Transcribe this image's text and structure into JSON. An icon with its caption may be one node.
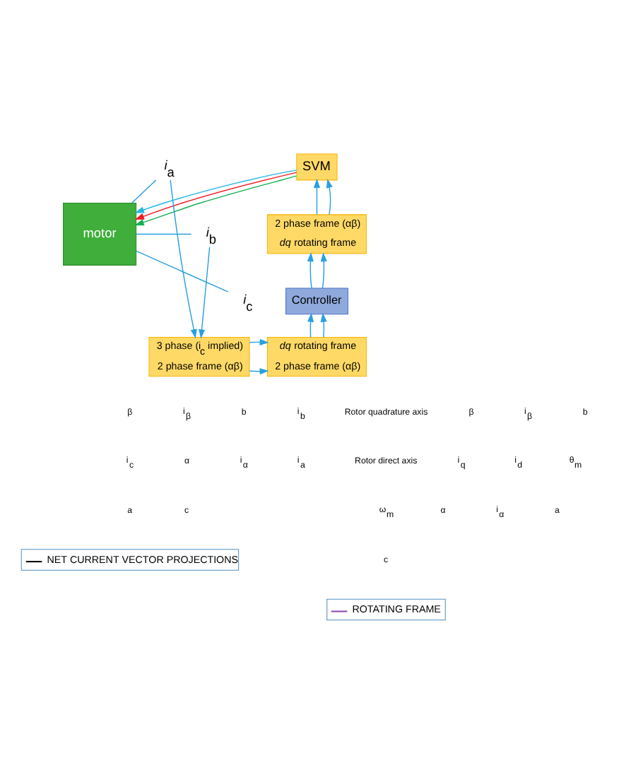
{
  "diagram": {
    "nodes": [
      {
        "text": [
          "SVM"
        ]
      },
      {
        "text": [
          "*i*$_{a}$"
        ]
      },
      {
        "text": [
          "*i*$_{b}$"
        ]
      },
      {
        "text": [
          "*i*$_{c}$"
        ]
      },
      {
        "text": [
          "motor"
        ]
      },
      {
        "text": [
          "2 phase frame (αβ)",
          "*dq* rotating frame"
        ]
      },
      {
        "text": [
          "Controller"
        ]
      },
      {
        "text": [
          "3 phase (i$_{c}$ implied)",
          "2 phase frame (αβ)"
        ]
      },
      {
        "text": [
          "*dq* rotating frame",
          "2 phase frame (αβ)"
        ]
      }
    ],
    "edges": [
      {
        "from": 1,
        "to": 4,
        "arrow": "none"
      },
      {
        "from": 2,
        "to": 4,
        "arrow": "none"
      },
      {
        "from": 3,
        "to": 4,
        "arrow": "none"
      },
      {
        "from": 0,
        "to": 4,
        "arrow": "to",
        "color": "#1fb5e8"
      },
      {
        "from": 0,
        "to": 4,
        "arrow": "to",
        "color": "#ee1c24"
      },
      {
        "from": 0,
        "to": 4,
        "arrow": "to",
        "color": "#12b050"
      },
      {
        "from": 1,
        "to": 7,
        "arrow": "to"
      },
      {
        "from": 2,
        "to": 7,
        "arrow": "to"
      },
      {
        "from": 7,
        "to": 8,
        "arrow": "to"
      },
      {
        "from": 7,
        "to": 8,
        "arrow": "to"
      },
      {
        "from": 8,
        "to": 6,
        "arrow": "to"
      },
      {
        "from": 8,
        "to": 6,
        "arrow": "to"
      },
      {
        "from": 6,
        "to": 5,
        "arrow": "to"
      },
      {
        "from": 6,
        "to": 5,
        "arrow": "to"
      },
      {
        "from": 5,
        "to": 0,
        "arrow": "to"
      },
      {
        "from": 5,
        "to": 0,
        "arrow": "to"
      }
    ],
    "labels": [
      "β",
      "i$_{β}$",
      "b",
      "i$_{b}$",
      "i$_{c}$",
      "α",
      "i$_{α}$",
      "i$_{a}$",
      "a",
      "c",
      "Rotor quadrature axis",
      "β",
      "i$_{β}$",
      "b",
      "Rotor direct axis",
      "i$_{q}$",
      "i$_{d}$",
      "θ$_{m}$",
      "ω$_{m}$",
      "α",
      "i$_{α}$",
      "a",
      "c"
    ],
    "legend": [
      {
        "text": "NET CURRENT VECTOR PROJECTIONS"
      },
      {
        "text": "ROTATING FRAME"
      }
    ]
  }
}
